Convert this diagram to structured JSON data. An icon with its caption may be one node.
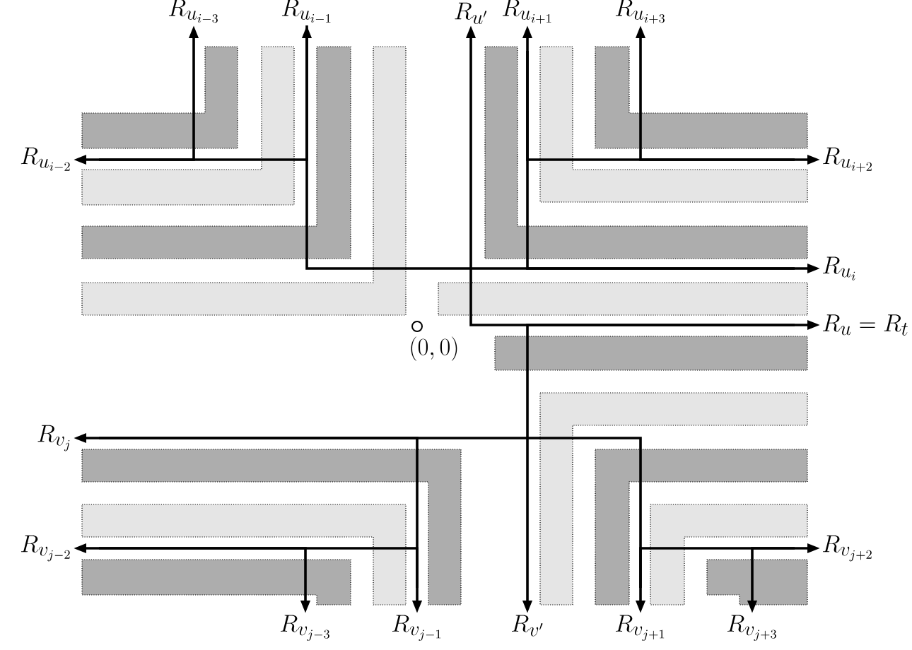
{
  "diagram": {
    "nodes": [
      {
        "text": [
          "R_{u_{i-3}}"
        ]
      },
      {
        "text": [
          "R_{u_{i-1}}"
        ]
      },
      {
        "text": [
          "R_{u'}"
        ]
      },
      {
        "text": [
          "R_{u_{i+1}}"
        ]
      },
      {
        "text": [
          "R_{u_{i+3}}"
        ]
      },
      {
        "text": [
          "R_{u_{i-2}}"
        ]
      },
      {
        "text": [
          "R_{u_{i+2}}"
        ]
      },
      {
        "text": [
          "R_{u_i}"
        ]
      },
      {
        "text": [
          "R_u = R_t"
        ]
      },
      {
        "text": [
          "R_{v_j}"
        ]
      },
      {
        "text": [
          "R_{v_{j-2}}"
        ]
      },
      {
        "text": [
          "R_{v_{j+2}}"
        ]
      },
      {
        "text": [
          "R_{v_{j-3}}"
        ]
      },
      {
        "text": [
          "R_{v_{j-1}}"
        ]
      },
      {
        "text": [
          "R_{v'}"
        ]
      },
      {
        "text": [
          "R_{v_{j+1}}"
        ]
      },
      {
        "text": [
          "R_{v_{j+3}}"
        ]
      }
    ],
    "edges": [
      {
        "from": 5,
        "to": 0,
        "arrow": "to"
      },
      {
        "from": 1,
        "to": 7,
        "arrow": "both"
      },
      {
        "from": 2,
        "to": 8,
        "arrow": "both"
      },
      {
        "from": 7,
        "to": 3,
        "arrow": "to"
      },
      {
        "from": 6,
        "to": 4,
        "arrow": "to"
      },
      {
        "from": 1,
        "to": 5,
        "arrow": "to"
      },
      {
        "from": 3,
        "to": 6,
        "arrow": "to"
      },
      {
        "from": 9,
        "to": 15,
        "arrow": "both"
      },
      {
        "from": 9,
        "to": 13,
        "arrow": "to"
      },
      {
        "from": 13,
        "to": 10,
        "arrow": "to"
      },
      {
        "from": 10,
        "to": 12,
        "arrow": "to"
      },
      {
        "from": 15,
        "to": 11,
        "arrow": "to"
      },
      {
        "from": 11,
        "to": 16,
        "arrow": "to"
      },
      {
        "from": 8,
        "to": 14,
        "arrow": "to"
      }
    ],
    "labels": [
      "(0, 0)"
    ]
  }
}
